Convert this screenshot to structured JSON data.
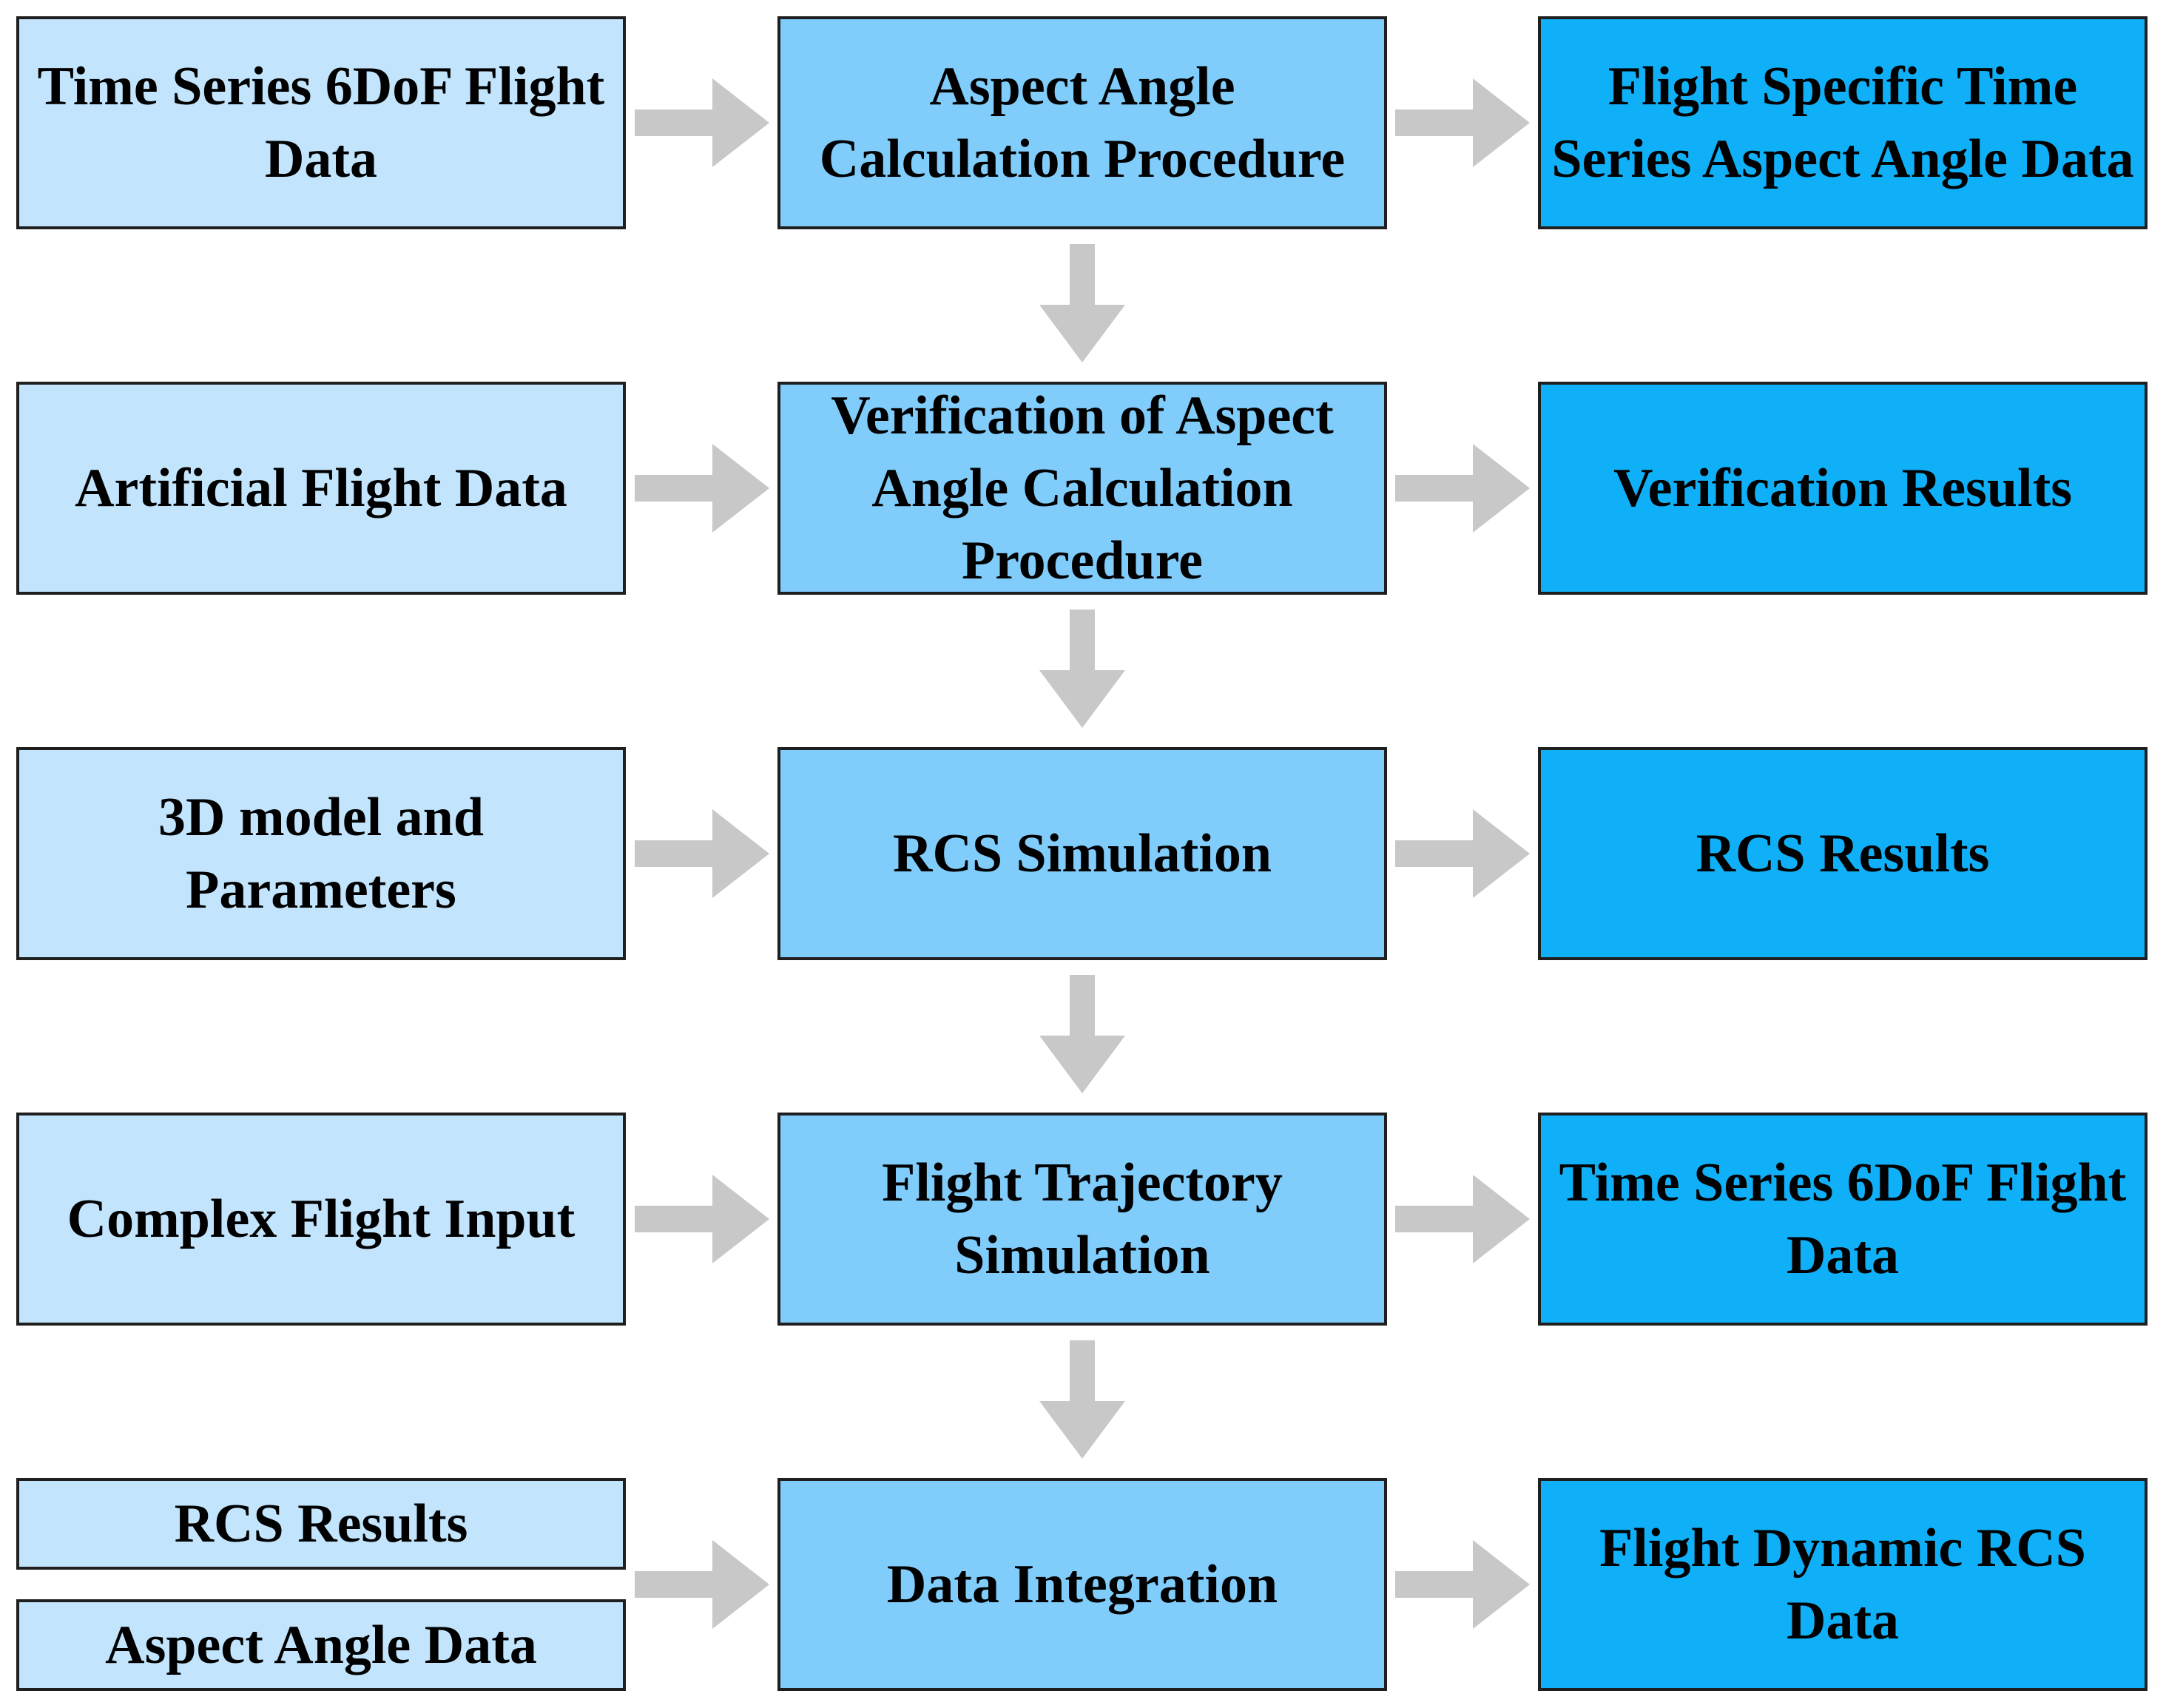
{
  "colors": {
    "input_fill": "#c2e5fd",
    "process_fill": "#80ccfb",
    "output_fill": "#10b0f8",
    "border": "#1f1f1f",
    "arrow": "#c8c8c8"
  },
  "rows": [
    {
      "input": [
        "Time Series 6DoF Flight Data"
      ],
      "process": "Aspect Angle Calculation Procedure",
      "output": "Flight Specific Time Series Aspect Angle Data"
    },
    {
      "input": [
        "Artificial Flight Data"
      ],
      "process": "Verification of Aspect Angle Calculation Procedure",
      "output": "Verification Results"
    },
    {
      "input": [
        "3D model and Parameters"
      ],
      "process": "RCS Simulation",
      "output": "RCS Results"
    },
    {
      "input": [
        "Complex Flight Input"
      ],
      "process": "Flight Trajectory Simulation",
      "output": "Time Series 6DoF Flight Data"
    },
    {
      "input": [
        "RCS Results",
        "Aspect Angle Data"
      ],
      "process": "Data Integration",
      "output": "Flight Dynamic RCS Data"
    }
  ]
}
